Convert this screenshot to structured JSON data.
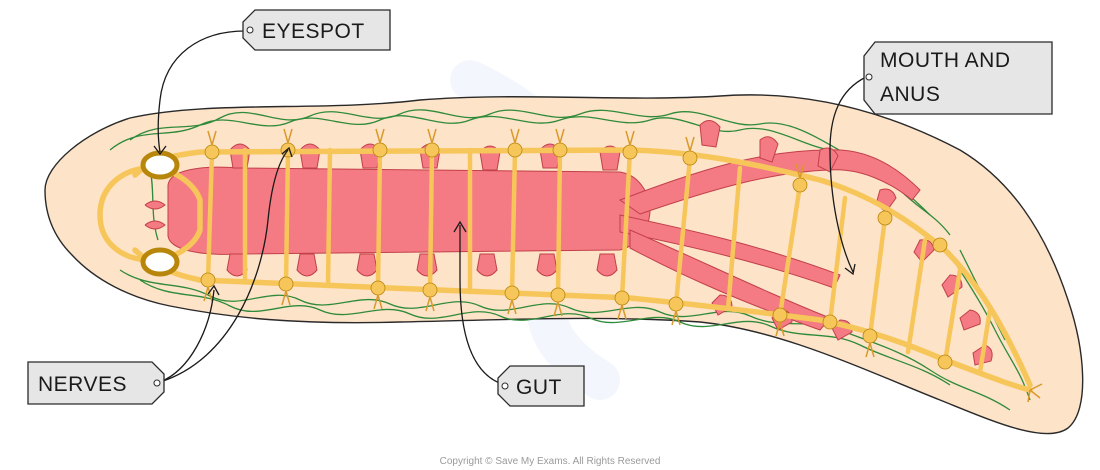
{
  "labels": {
    "eyespot": "EYESPOT",
    "mouth_line1": "MOUTH AND",
    "mouth_line2": "ANUS",
    "nerves": "NERVES",
    "gut": "GUT"
  },
  "copyright": "Copyright © Save My Exams. All Rights Reserved",
  "colors": {
    "body_fill": "#fde3c8",
    "body_stroke": "#2a2a2a",
    "gut": "#f47a83",
    "nerve": "#f7c65a",
    "nerve_stroke": "#b8860b",
    "nerve_net": "#2f8a3a",
    "tag_fill": "#e6e6e6"
  }
}
